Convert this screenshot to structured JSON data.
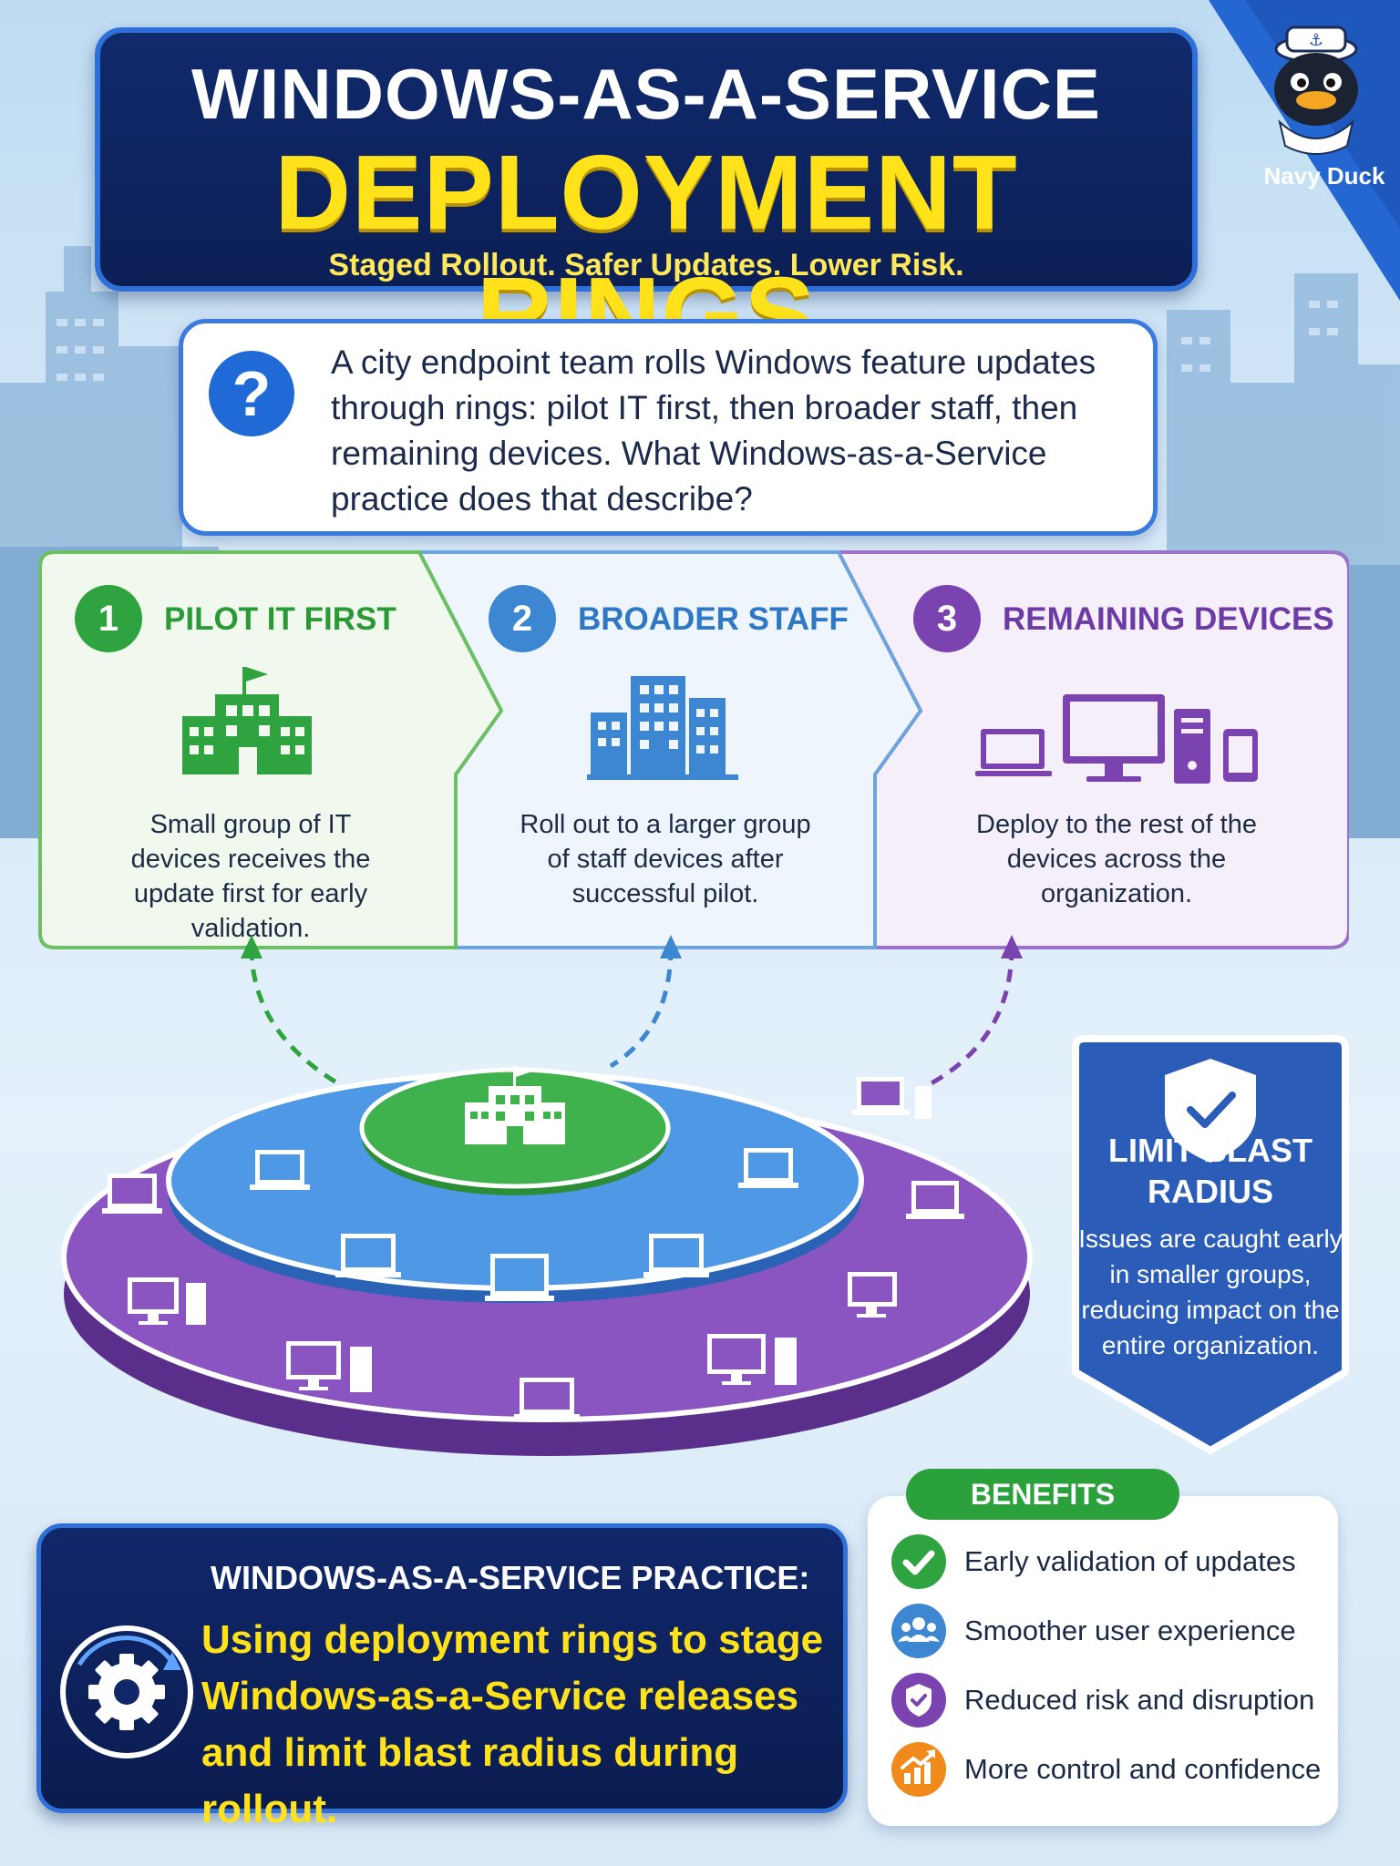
{
  "header": {
    "title_line1": "WINDOWS-AS-A-SERVICE",
    "title_line2": "DEPLOYMENT RINGS",
    "subtitle": "Staged Rollout. Safer Updates. Lower Risk."
  },
  "brand": {
    "name": "Navy Duck",
    "icon": "duck-mascot-icon"
  },
  "question": {
    "icon": "question-mark-icon",
    "text": "A city endpoint team rolls Windows feature updates through rings: pilot IT first, then broader staff, then remaining devices. What Windows-as-a-Service practice does that describe?"
  },
  "stages": [
    {
      "number": "1",
      "title": "PILOT IT FIRST",
      "icon": "building-flag-icon",
      "color": "#2fa33f",
      "description": "Small group of IT devices receives the update first for early validation."
    },
    {
      "number": "2",
      "title": "BROADER STAFF",
      "icon": "office-buildings-icon",
      "color": "#3d86d1",
      "description": "Roll out to a larger group of staff devices after successful pilot."
    },
    {
      "number": "3",
      "title": "REMAINING DEVICES",
      "icon": "devices-icon",
      "color": "#7a43b0",
      "description": "Deploy to the rest of the devices across the organization."
    }
  ],
  "blast_radius": {
    "icon": "shield-check-icon",
    "title": "LIMIT BLAST RADIUS",
    "text": "Issues are caught early in smaller groups, reducing impact on the entire organization."
  },
  "practice": {
    "icon": "gear-cycle-icon",
    "heading": "WINDOWS-AS-A-SERVICE PRACTICE:",
    "text": "Using deployment rings to stage Windows-as-a-Service releases and limit blast radius during rollout."
  },
  "benefits": {
    "heading": "BENEFITS",
    "items": [
      {
        "label": "Early validation of updates",
        "icon": "check-circle-icon",
        "color": "#2fa33f"
      },
      {
        "label": "Smoother user experience",
        "icon": "users-icon",
        "color": "#3d86d1"
      },
      {
        "label": "Reduced risk and disruption",
        "icon": "shield-icon",
        "color": "#7a43b0"
      },
      {
        "label": "More control and confidence",
        "icon": "chart-up-icon",
        "color": "#f08a1c"
      }
    ]
  },
  "colors": {
    "navy": "#0c1f55",
    "yellow": "#ffe21a",
    "green": "#2fa33f",
    "blue": "#3d86d1",
    "purple": "#7a43b0"
  }
}
